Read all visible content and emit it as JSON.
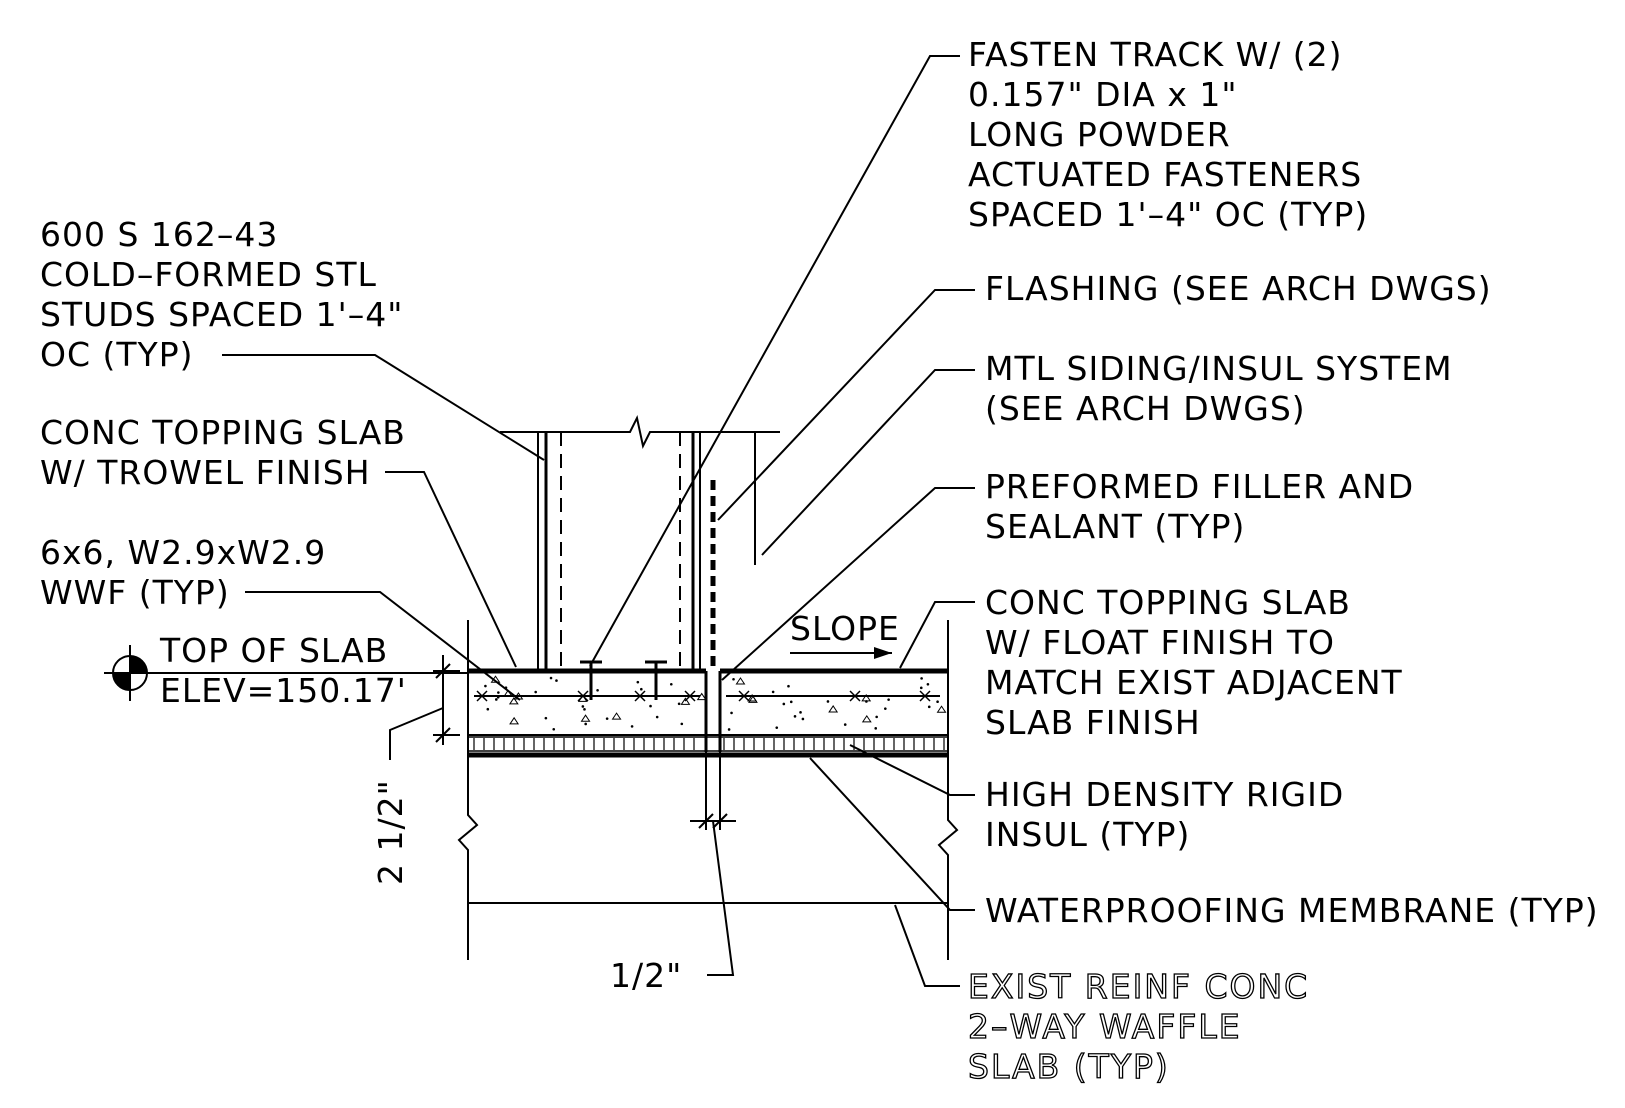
{
  "labels": {
    "fasten_track": [
      "FASTEN TRACK W/ (2)",
      "0.157\" DIA x 1\"",
      "LONG POWDER",
      "ACTUATED FASTENERS",
      "SPACED 1'–4\" OC (TYP)"
    ],
    "studs": [
      "600 S 162–43",
      "COLD–FORMED STL",
      "STUDS SPACED 1'–4\"",
      "OC (TYP)"
    ],
    "topping_trowel": [
      "CONC TOPPING SLAB",
      "W/ TROWEL FINISH"
    ],
    "wwf": [
      "6x6, W2.9xW2.9",
      "WWF (TYP)"
    ],
    "flashing": "FLASHING (SEE ARCH DWGS)",
    "siding": [
      "MTL SIDING/INSUL SYSTEM",
      "(SEE ARCH DWGS)"
    ],
    "filler": [
      "PREFORMED FILLER AND",
      "SEALANT (TYP)"
    ],
    "topping_float": [
      "CONC TOPPING SLAB",
      "W/ FLOAT FINISH TO",
      "MATCH EXIST ADJACENT",
      "SLAB FINISH"
    ],
    "insul": [
      "HIGH DENSITY RIGID",
      "INSUL (TYP)"
    ],
    "waterproofing": "WATERPROOFING MEMBRANE (TYP)",
    "exist_slab": [
      "EXIST REINF CONC",
      "2–WAY WAFFLE",
      "SLAB (TYP)"
    ],
    "slope": "SLOPE",
    "top_of_slab": "TOP OF SLAB",
    "elev": "ELEV=150.17'",
    "dim_thickness": "2 1/2\"",
    "dim_gap": "1/2\""
  }
}
